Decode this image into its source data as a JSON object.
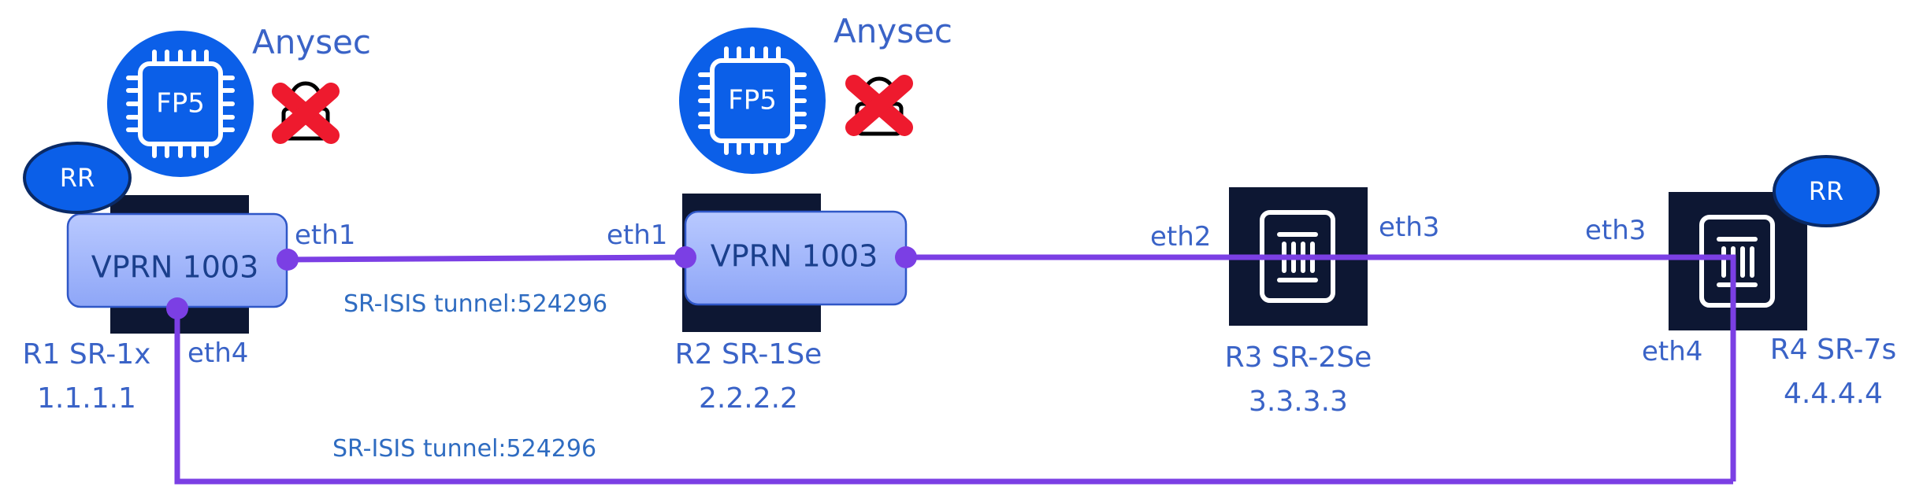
{
  "colors": {
    "link": "#7b3fe4",
    "label": "#3a63c7",
    "navy": "#0d1733",
    "fp5_blue": "#0b5fe8",
    "vprn_top": "#b9c9ff",
    "vprn_bottom": "#8ea6f7",
    "rr_fill": "#0b5fe8",
    "cross_red": "#ee1a2e"
  },
  "anysec": {
    "r1": {
      "title": "Anysec",
      "chip_label": "FP5"
    },
    "r2": {
      "title": "Anysec",
      "chip_label": "FP5"
    }
  },
  "nodes": {
    "r1": {
      "name": "R1 SR-1x",
      "ip": "1.1.1.1",
      "rr": "RR",
      "vprn": "VPRN 1003"
    },
    "r2": {
      "name": "R2 SR-1Se",
      "ip": "2.2.2.2",
      "vprn": "VPRN 1003"
    },
    "r3": {
      "name": "R3 SR-2Se",
      "ip": "3.3.3.3"
    },
    "r4": {
      "name": "R4 SR-7s",
      "ip": "4.4.4.4",
      "rr": "RR"
    }
  },
  "ports": {
    "r1_eth1": "eth1",
    "r1_eth4": "eth4",
    "r2_eth1": "eth1",
    "r3_eth2": "eth2",
    "r3_eth3": "eth3",
    "r4_eth3": "eth3",
    "r4_eth4": "eth4"
  },
  "tunnels": {
    "upper": "SR-ISIS tunnel:524296",
    "lower": "SR-ISIS tunnel:524296"
  }
}
